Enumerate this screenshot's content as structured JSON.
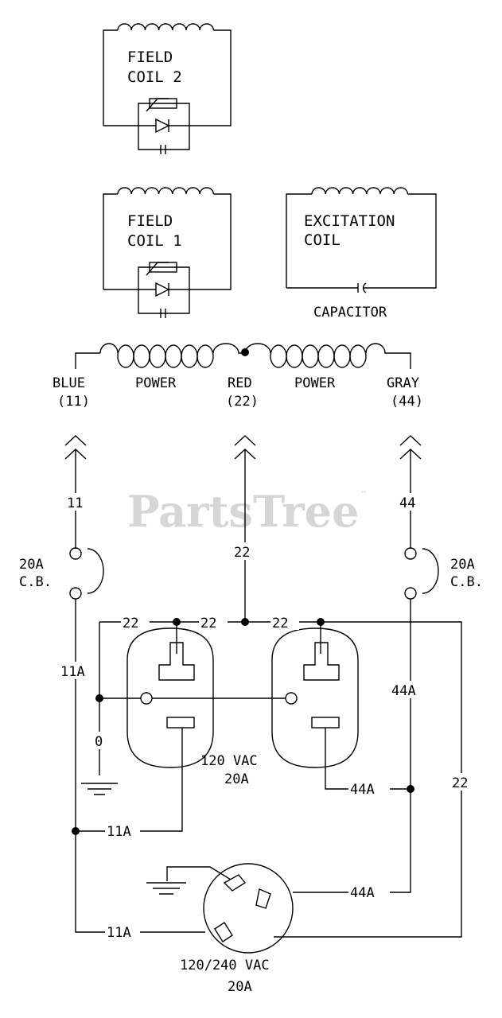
{
  "blocks": {
    "field_coil_2": [
      "FIELD",
      "COIL 2"
    ],
    "field_coil_1": [
      "FIELD",
      "COIL 1"
    ],
    "excitation_coil": [
      "EXCITATION",
      "COIL"
    ],
    "capacitor": "CAPACITOR"
  },
  "stator": {
    "left_winding": "POWER",
    "right_winding": "POWER",
    "leads": {
      "blue": {
        "color": "BLUE",
        "num": "(11)"
      },
      "red": {
        "color": "RED",
        "num": "(22)"
      },
      "gray": {
        "color": "GRAY",
        "num": "(44)"
      }
    }
  },
  "wires": {
    "w11": "11",
    "w22": "22",
    "w44": "44",
    "w11a": "11A",
    "w44a": "44A",
    "w0": "0"
  },
  "breakers": {
    "left": [
      "20A",
      "C.B."
    ],
    "right": [
      "20A",
      "C.B."
    ]
  },
  "outlets": {
    "duplex": [
      "120 VAC",
      "20A"
    ],
    "twistlock": [
      "120/240 VAC",
      "20A"
    ]
  },
  "watermark": {
    "text": "PartsTree",
    "tm": "™"
  }
}
